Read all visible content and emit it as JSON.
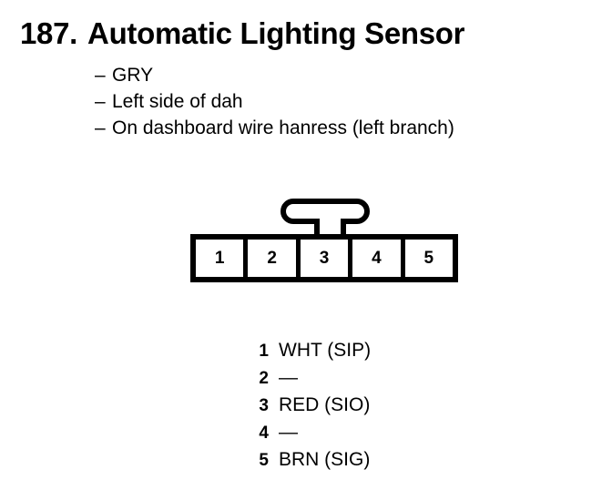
{
  "title": {
    "number": "187.",
    "text": "Automatic Lighting Sensor"
  },
  "bullets": [
    {
      "dash": "–",
      "text": "GRY"
    },
    {
      "dash": "–",
      "text": "Left side of dah"
    },
    {
      "dash": "–",
      "text": "On dashboard wire hanress (left branch)"
    }
  ],
  "connector": {
    "pin_count": 5,
    "pins": [
      {
        "label": "1"
      },
      {
        "label": "2"
      },
      {
        "label": "3"
      },
      {
        "label": "4"
      },
      {
        "label": "5"
      }
    ]
  },
  "legend": {
    "rows": [
      {
        "pin": "1",
        "value": "WHT (SIP)"
      },
      {
        "pin": "2",
        "value": "—"
      },
      {
        "pin": "3",
        "value": "RED (SIO)"
      },
      {
        "pin": "4",
        "value": "—"
      },
      {
        "pin": "5",
        "value": "BRN (SIG)"
      }
    ]
  },
  "colors": {
    "ink": "#000000",
    "background": "#ffffff"
  }
}
